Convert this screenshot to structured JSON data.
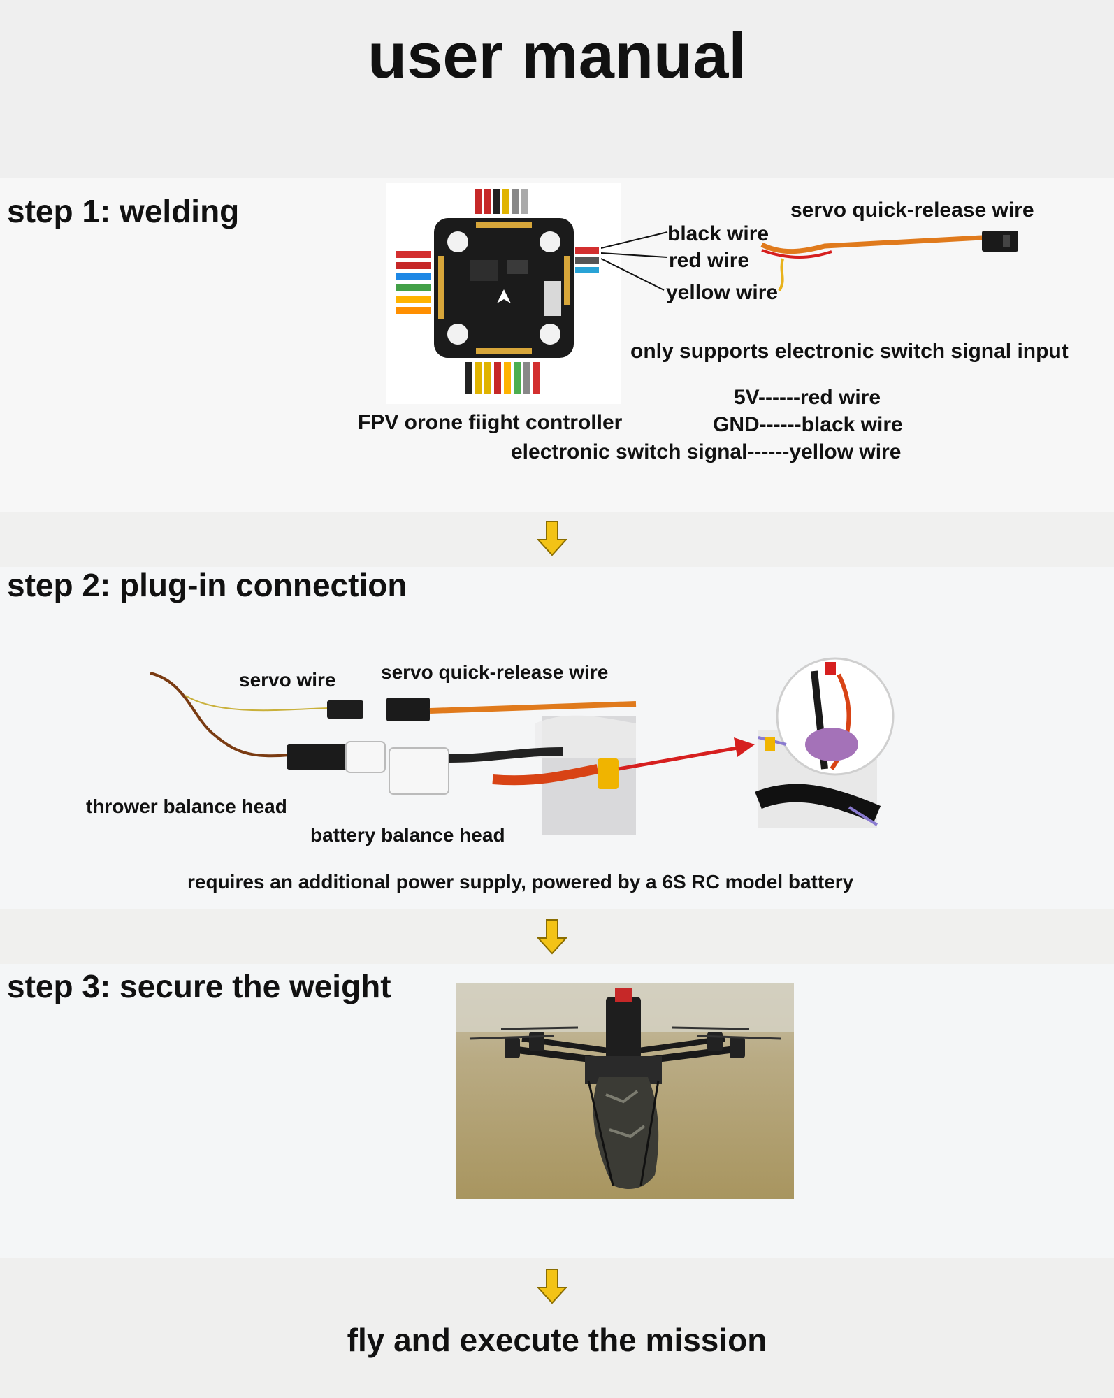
{
  "title": "user manual",
  "step1": {
    "heading": "step 1: welding",
    "labels": {
      "servo_quick_release": "servo quick-release wire",
      "black_wire": "black wire",
      "red_wire": "red wire",
      "yellow_wire": "yellow wire",
      "support_note": "only supports electronic switch signal input",
      "fc_caption": "FPV orone fiight controller",
      "pin_5v": "5V------red wire",
      "pin_gnd": "GND------black wire",
      "pin_signal": "electronic switch signal------yellow wire"
    }
  },
  "step2": {
    "heading": "step 2: plug-in connection",
    "labels": {
      "servo_wire": "servo wire",
      "servo_quick_release": "servo quick-release wire",
      "thrower_balance": "thrower balance head",
      "battery_balance": "battery balance head",
      "power_note": "requires an additional power supply, powered by a 6S RC model battery"
    }
  },
  "step3": {
    "heading": "step 3: secure the weight"
  },
  "final": "fly and execute the mission",
  "colors": {
    "arrow_fill": "#f3c316",
    "arrow_stroke": "#8a6d00",
    "wire_red": "#d61f1f",
    "wire_black": "#1a1a1a",
    "wire_yellow": "#e8b21c",
    "wire_orange": "#e07a1c"
  },
  "icons": [
    "down-arrow-icon",
    "down-arrow-icon",
    "down-arrow-icon",
    "red-pointer-arrow-icon"
  ]
}
